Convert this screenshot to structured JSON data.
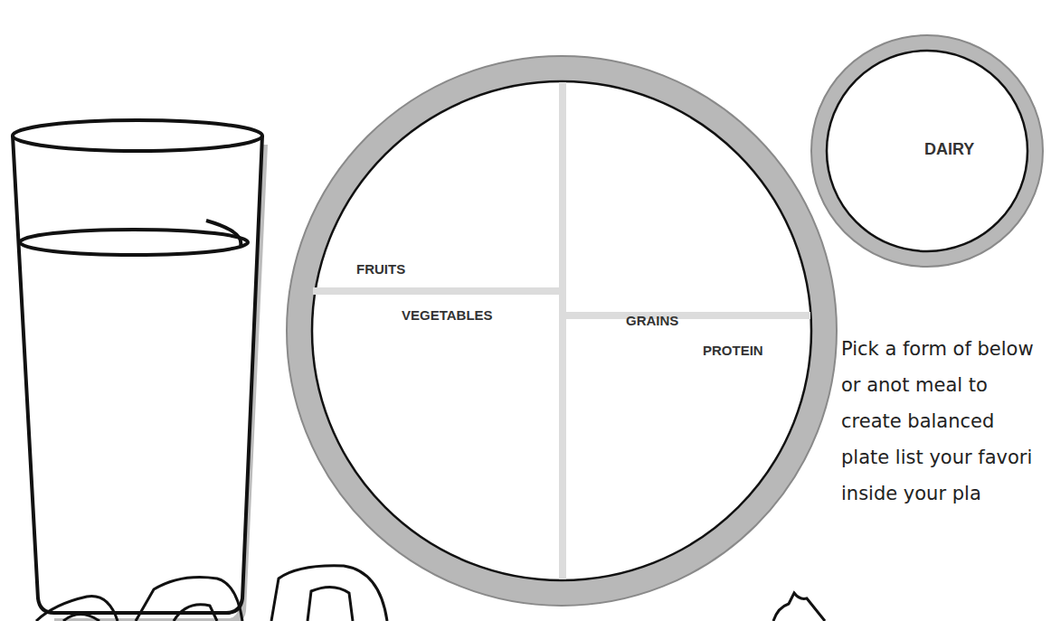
{
  "diagram": {
    "nodes": [
      {
        "text": [
          "FRUITS",
          "VEGETABLES",
          "GRAINS",
          "PROTEIN"
        ]
      },
      {
        "text": [
          "DAIRY"
        ]
      }
    ],
    "labels": [
      "Pick a form of below or anot meal to create balanced plate list your favori inside your pla"
    ]
  }
}
